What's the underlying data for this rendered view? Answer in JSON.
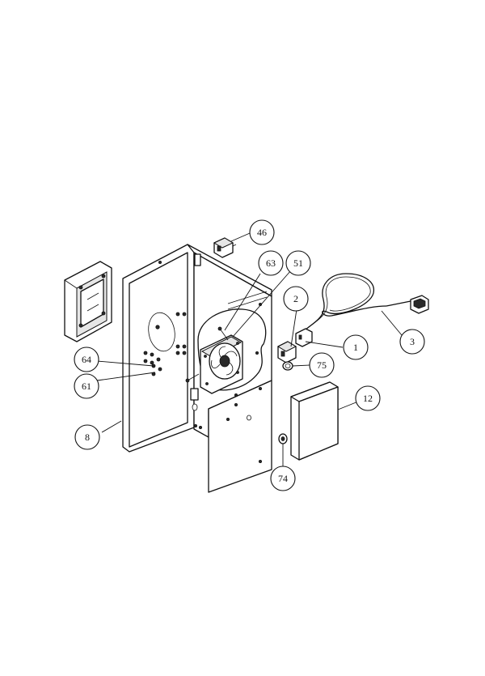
{
  "callouts": [
    {
      "id": "c46",
      "label": "46"
    },
    {
      "id": "c63",
      "label": "63"
    },
    {
      "id": "c51",
      "label": "51"
    },
    {
      "id": "c2",
      "label": "2"
    },
    {
      "id": "c3",
      "label": "3"
    },
    {
      "id": "c1",
      "label": "1"
    },
    {
      "id": "c75",
      "label": "75"
    },
    {
      "id": "c64",
      "label": "64"
    },
    {
      "id": "c61",
      "label": "61"
    },
    {
      "id": "c12",
      "label": "12"
    },
    {
      "id": "c8",
      "label": "8"
    },
    {
      "id": "c74",
      "label": "74"
    }
  ]
}
